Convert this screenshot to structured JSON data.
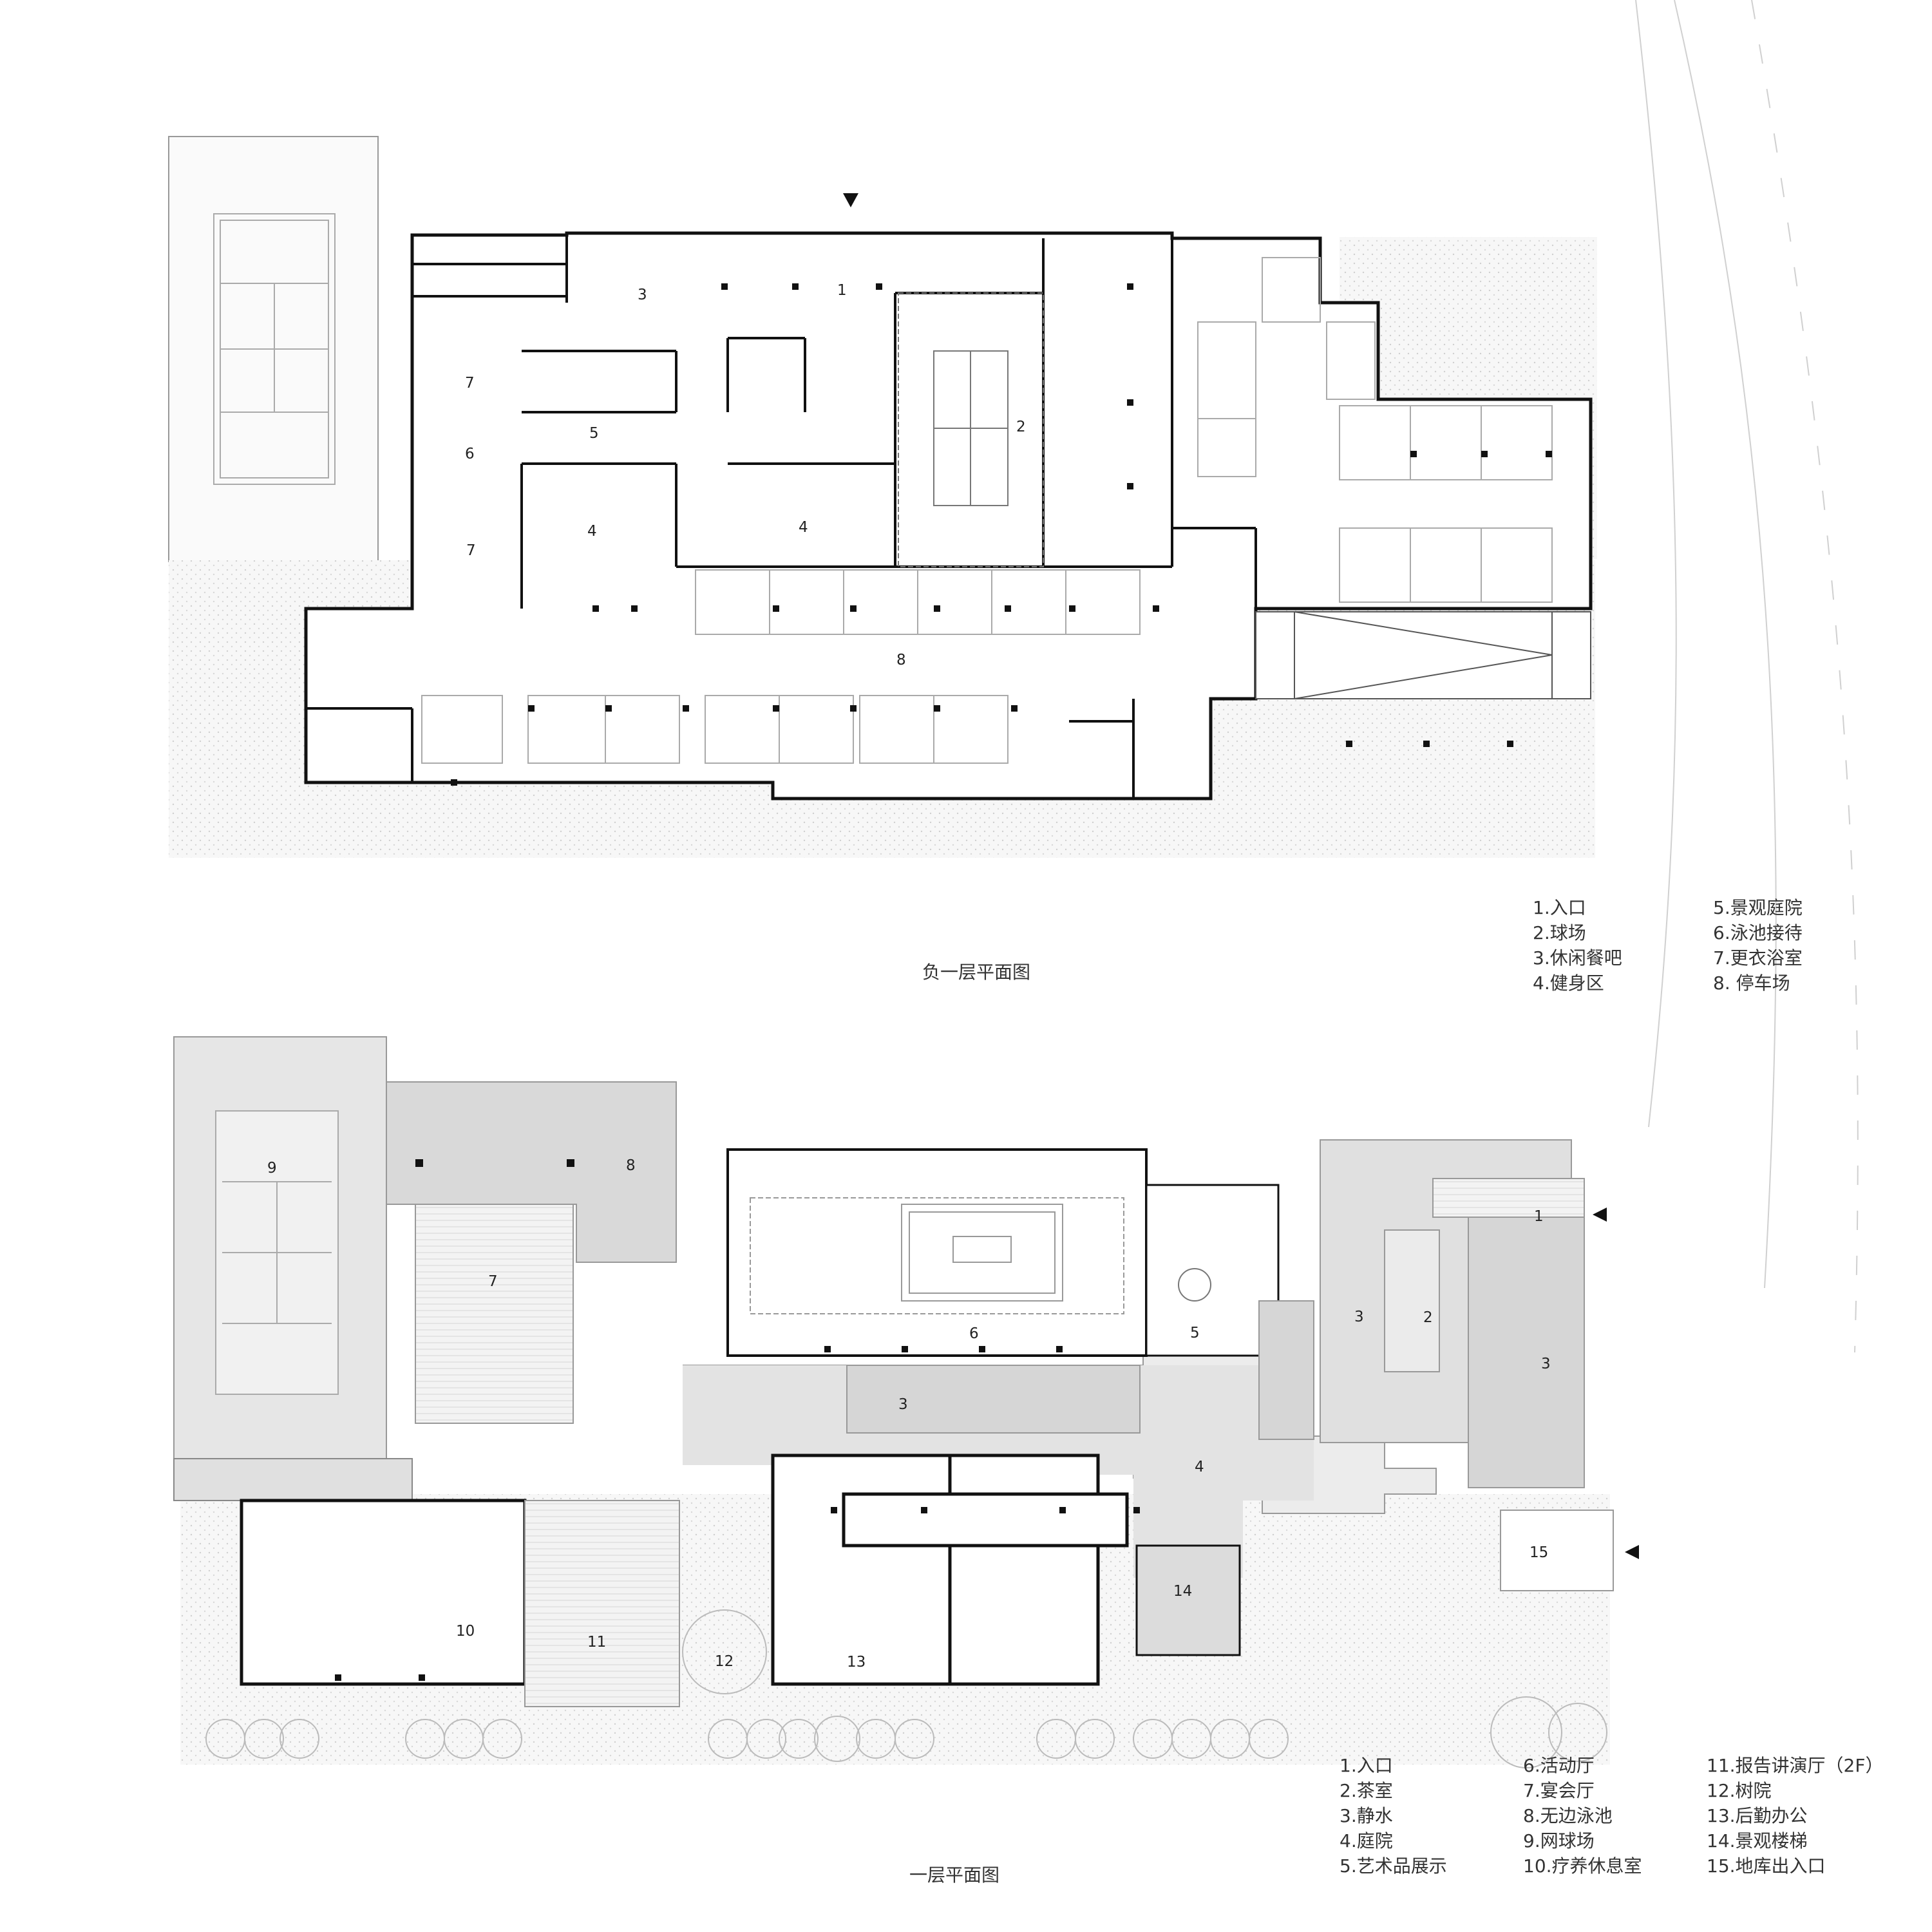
{
  "basement": {
    "title": "负一层平面图",
    "legend": [
      "1.入口",
      "2.球场",
      "3.休闲餐吧",
      "4.健身区",
      "5.景观庭院",
      "6.泳池接待",
      "7.更衣浴室",
      "8. 停车场"
    ],
    "room_numbers": [
      "1",
      "2",
      "3",
      "4",
      "4",
      "5",
      "6",
      "7",
      "7",
      "8"
    ]
  },
  "ground": {
    "title": "一层平面图",
    "legend": [
      "1.入口",
      "2.茶室",
      "3.静水",
      "4.庭院",
      "5.艺术品展示",
      "6.活动厅",
      "7.宴会厅",
      "8.无边泳池",
      "9.网球场",
      "10.疗养休息室",
      "11.报告讲演厅（2F）",
      "12.树院",
      "13.后勤办公",
      "14.景观楼梯",
      "15.地库出入口"
    ],
    "room_numbers": [
      "1",
      "2",
      "3",
      "3",
      "3",
      "4",
      "5",
      "6",
      "7",
      "8",
      "9",
      "10",
      "11",
      "12",
      "13",
      "14",
      "15"
    ]
  },
  "colors": {
    "wall": "#111111",
    "grey_fill": "#d9d9d9",
    "light_fill": "#efefef",
    "hatch": "#f2f2f2",
    "line": "#888888"
  }
}
